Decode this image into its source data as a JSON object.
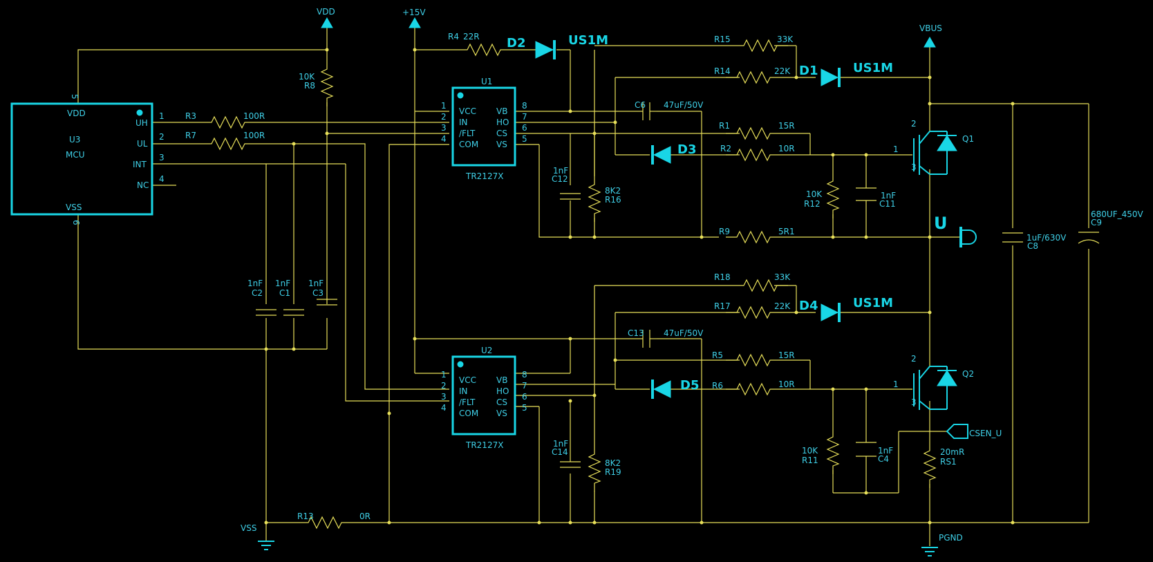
{
  "u3": {
    "name": "U3",
    "type": "MCU",
    "vdd": "VDD",
    "vss": "VSS",
    "uh": "UH",
    "ul": "UL",
    "int": "INT",
    "nc": "NC",
    "p5": "5",
    "p6": "6",
    "p1": "1",
    "p2": "2",
    "p3": "3",
    "p4": "4"
  },
  "u1": {
    "name": "U1",
    "part": "TR2127X",
    "vcc": "VCC",
    "in": "IN",
    "flt": "/FLT",
    "com": "COM",
    "vb": "VB",
    "ho": "HO",
    "cs": "CS",
    "vs": "VS",
    "p1": "1",
    "p2": "2",
    "p3": "3",
    "p4": "4",
    "p5": "5",
    "p6": "6",
    "p7": "7",
    "p8": "8"
  },
  "u2": {
    "name": "U2",
    "part": "TR2127X",
    "vcc": "VCC",
    "in": "IN",
    "flt": "/FLT",
    "com": "COM",
    "vb": "VB",
    "ho": "HO",
    "cs": "CS",
    "vs": "VS",
    "p1": "1",
    "p2": "2",
    "p3": "3",
    "p4": "4",
    "p5": "5",
    "p6": "6",
    "p7": "7",
    "p8": "8"
  },
  "power": {
    "vdd": "VDD",
    "p15v": "+15V",
    "vbus": "VBUS",
    "vss": "VSS",
    "pgnd": "PGND",
    "csen": "CSEN_U",
    "u": "U"
  },
  "res": {
    "r1": {
      "ref": "R1",
      "val": "15R"
    },
    "r2": {
      "ref": "R2",
      "val": "10R"
    },
    "r3": {
      "ref": "R3",
      "val": "100R"
    },
    "r4": {
      "ref": "R4",
      "val": "22R"
    },
    "r5": {
      "ref": "R5",
      "val": "15R"
    },
    "r6": {
      "ref": "R6",
      "val": "10R"
    },
    "r7": {
      "ref": "R7",
      "val": "100R"
    },
    "r8": {
      "ref": "R8",
      "val": "10K"
    },
    "r9": {
      "ref": "R9",
      "val": "5R1"
    },
    "r11": {
      "ref": "R11",
      "val": "10K"
    },
    "r12": {
      "ref": "R12",
      "val": "10K"
    },
    "r13": {
      "ref": "R13",
      "val": "0R"
    },
    "r14": {
      "ref": "R14",
      "val": "22K"
    },
    "r15": {
      "ref": "R15",
      "val": "33K"
    },
    "r16": {
      "ref": "R16",
      "val": "8K2"
    },
    "r17": {
      "ref": "R17",
      "val": "22K"
    },
    "r18": {
      "ref": "R18",
      "val": "33K"
    },
    "r19": {
      "ref": "R19",
      "val": "8K2"
    },
    "rs1": {
      "ref": "RS1",
      "val": "20mR"
    }
  },
  "caps": {
    "c1": {
      "ref": "C1",
      "val": "1nF"
    },
    "c2": {
      "ref": "C2",
      "val": "1nF"
    },
    "c3": {
      "ref": "C3",
      "val": "1nF"
    },
    "c4": {
      "ref": "C4",
      "val": "1nF"
    },
    "c6": {
      "ref": "C6",
      "val": "47uF/50V"
    },
    "c8": {
      "ref": "C8",
      "val": "1uF/630V"
    },
    "c9": {
      "ref": "C9",
      "val": "680UF_450V"
    },
    "c11": {
      "ref": "C11",
      "val": "1nF"
    },
    "c12": {
      "ref": "C12",
      "val": "1nF"
    },
    "c13": {
      "ref": "C13",
      "val": "47uF/50V"
    },
    "c14": {
      "ref": "C14",
      "val": "1nF"
    }
  },
  "diodes": {
    "d1": "D1",
    "d2": "D2",
    "d3": "D3",
    "d4": "D4",
    "d5": "D5",
    "us1m": "US1M"
  },
  "igbt": {
    "q1": "Q1",
    "q2": "Q2",
    "g": "1",
    "c": "2",
    "e": "3"
  }
}
